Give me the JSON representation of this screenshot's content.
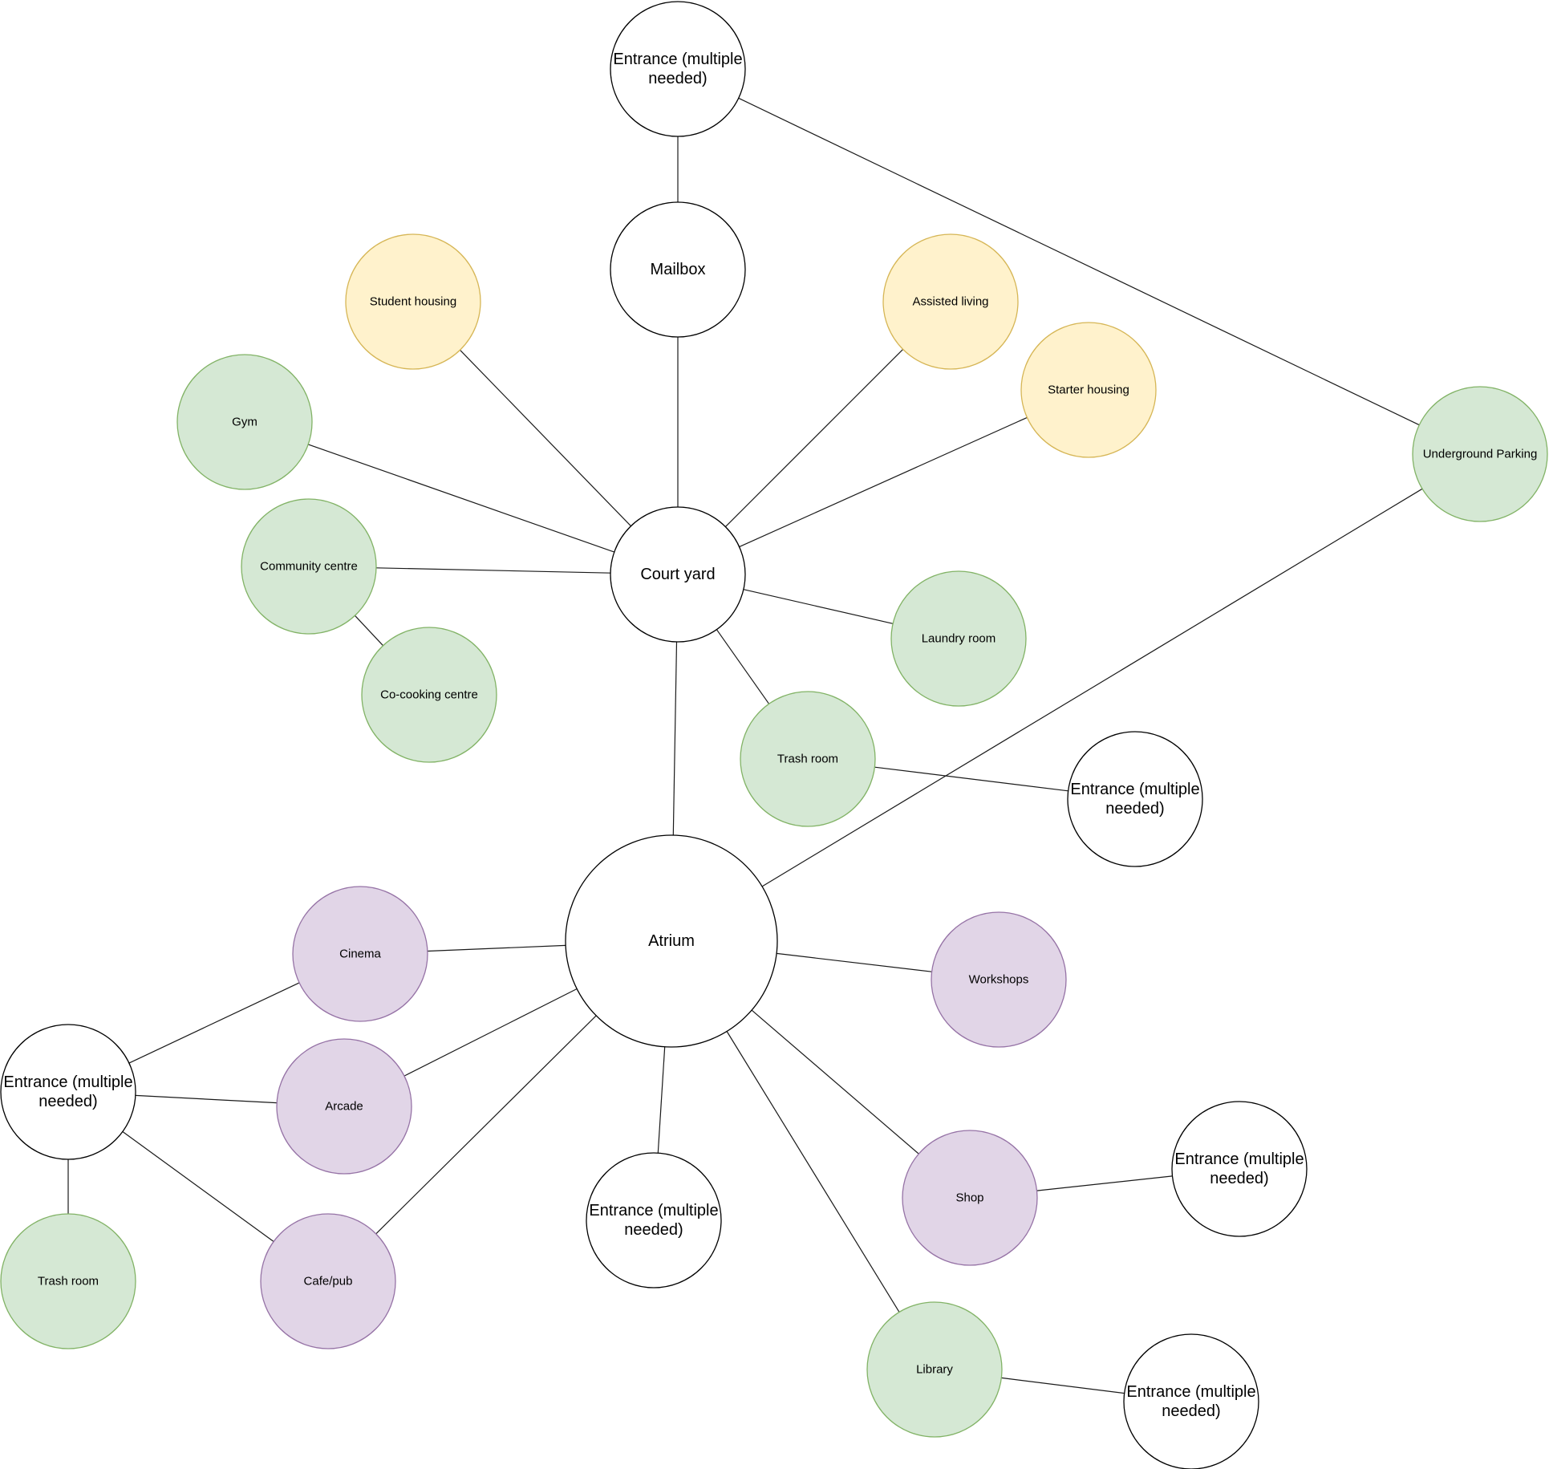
{
  "colors": {
    "white": {
      "fill": "#ffffff",
      "stroke": "#000000"
    },
    "yellow": {
      "fill": "#fff2cc",
      "stroke": "#d6b656"
    },
    "green": {
      "fill": "#d5e8d4",
      "stroke": "#82b366"
    },
    "purple": {
      "fill": "#e1d5e7",
      "stroke": "#9673a6"
    }
  },
  "nodes": [
    {
      "id": "entrance-top",
      "label": "Entrance (multiple needed)",
      "color": "white"
    },
    {
      "id": "mailbox",
      "label": "Mailbox",
      "color": "white"
    },
    {
      "id": "student-housing",
      "label": "Student housing",
      "color": "yellow"
    },
    {
      "id": "assisted-living",
      "label": "Assisted living",
      "color": "yellow"
    },
    {
      "id": "starter-housing",
      "label": "Starter housing",
      "color": "yellow"
    },
    {
      "id": "gym",
      "label": "Gym",
      "color": "green"
    },
    {
      "id": "underground-parking",
      "label": "Underground Parking",
      "color": "green"
    },
    {
      "id": "community-centre",
      "label": "Community centre",
      "color": "green"
    },
    {
      "id": "court-yard",
      "label": "Court yard",
      "color": "white"
    },
    {
      "id": "laundry-room",
      "label": "Laundry  room",
      "color": "green"
    },
    {
      "id": "co-cooking-centre",
      "label": "Co-cooking centre",
      "color": "green"
    },
    {
      "id": "trash-room-center",
      "label": "Trash room",
      "color": "green"
    },
    {
      "id": "entrance-right",
      "label": "Entrance (multiple needed)",
      "color": "white"
    },
    {
      "id": "atrium",
      "label": "Atrium",
      "color": "white"
    },
    {
      "id": "cinema",
      "label": "Cinema",
      "color": "purple"
    },
    {
      "id": "workshops",
      "label": "Workshops",
      "color": "purple"
    },
    {
      "id": "entrance-left",
      "label": "Entrance (multiple needed)",
      "color": "white"
    },
    {
      "id": "arcade",
      "label": "Arcade",
      "color": "purple"
    },
    {
      "id": "shop",
      "label": "Shop",
      "color": "purple"
    },
    {
      "id": "entrance-shop",
      "label": "Entrance (multiple needed)",
      "color": "white"
    },
    {
      "id": "entrance-bottom",
      "label": "Entrance (multiple needed)",
      "color": "white"
    },
    {
      "id": "trash-room-left",
      "label": "Trash room",
      "color": "green"
    },
    {
      "id": "cafe-pub",
      "label": "Cafe/pub",
      "color": "purple"
    },
    {
      "id": "library",
      "label": "Library",
      "color": "green"
    },
    {
      "id": "entrance-library",
      "label": "Entrance (multiple needed)",
      "color": "white"
    }
  ],
  "edges": [
    [
      "entrance-top",
      "mailbox"
    ],
    [
      "entrance-top",
      "underground-parking"
    ],
    [
      "mailbox",
      "court-yard"
    ],
    [
      "student-housing",
      "court-yard"
    ],
    [
      "assisted-living",
      "court-yard"
    ],
    [
      "starter-housing",
      "court-yard"
    ],
    [
      "gym",
      "court-yard"
    ],
    [
      "community-centre",
      "court-yard"
    ],
    [
      "community-centre",
      "co-cooking-centre"
    ],
    [
      "court-yard",
      "laundry-room"
    ],
    [
      "court-yard",
      "trash-room-center"
    ],
    [
      "court-yard",
      "atrium"
    ],
    [
      "trash-room-center",
      "entrance-right"
    ],
    [
      "underground-parking",
      "atrium"
    ],
    [
      "atrium",
      "cinema"
    ],
    [
      "atrium",
      "workshops"
    ],
    [
      "atrium",
      "arcade"
    ],
    [
      "atrium",
      "cafe-pub"
    ],
    [
      "atrium",
      "entrance-bottom"
    ],
    [
      "atrium",
      "shop"
    ],
    [
      "atrium",
      "library"
    ],
    [
      "shop",
      "entrance-shop"
    ],
    [
      "library",
      "entrance-library"
    ],
    [
      "entrance-left",
      "cinema"
    ],
    [
      "entrance-left",
      "arcade"
    ],
    [
      "entrance-left",
      "cafe-pub"
    ],
    [
      "entrance-left",
      "trash-room-left"
    ]
  ]
}
